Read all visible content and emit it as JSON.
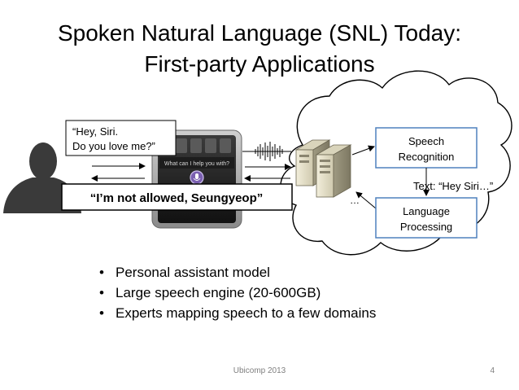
{
  "slide": {
    "title_line1": "Spoken Natural Language (SNL) Today:",
    "title_line2": "First-party Applications",
    "user_query_line1": "“Hey, Siri.",
    "user_query_line2": "Do you love me?”",
    "siri_reply": "“I’m not allowed, Seungyeop”",
    "phone_prompt": "What can I help you with?",
    "speech_recognition_line1": "Speech",
    "speech_recognition_line2": "Recognition",
    "text_label": "Text: “Hey Siri…”",
    "language_processing_line1": "Language",
    "language_processing_line2": "Processing",
    "ellipsis": "…",
    "bullets": [
      "Personal assistant model",
      "Large speech engine  (20-600GB)",
      "Experts mapping speech to a few domains"
    ],
    "footer": "Ubicomp 2013",
    "page_number": "4"
  },
  "colors": {
    "box_border": "#4f81bd",
    "reply_border": "#000000",
    "footer_text": "#7f7f7f"
  },
  "icons": [
    "person-silhouette-icon",
    "smartphone-icon",
    "microphone-icon",
    "waveform-icon",
    "server-icon",
    "cloud-icon"
  ]
}
